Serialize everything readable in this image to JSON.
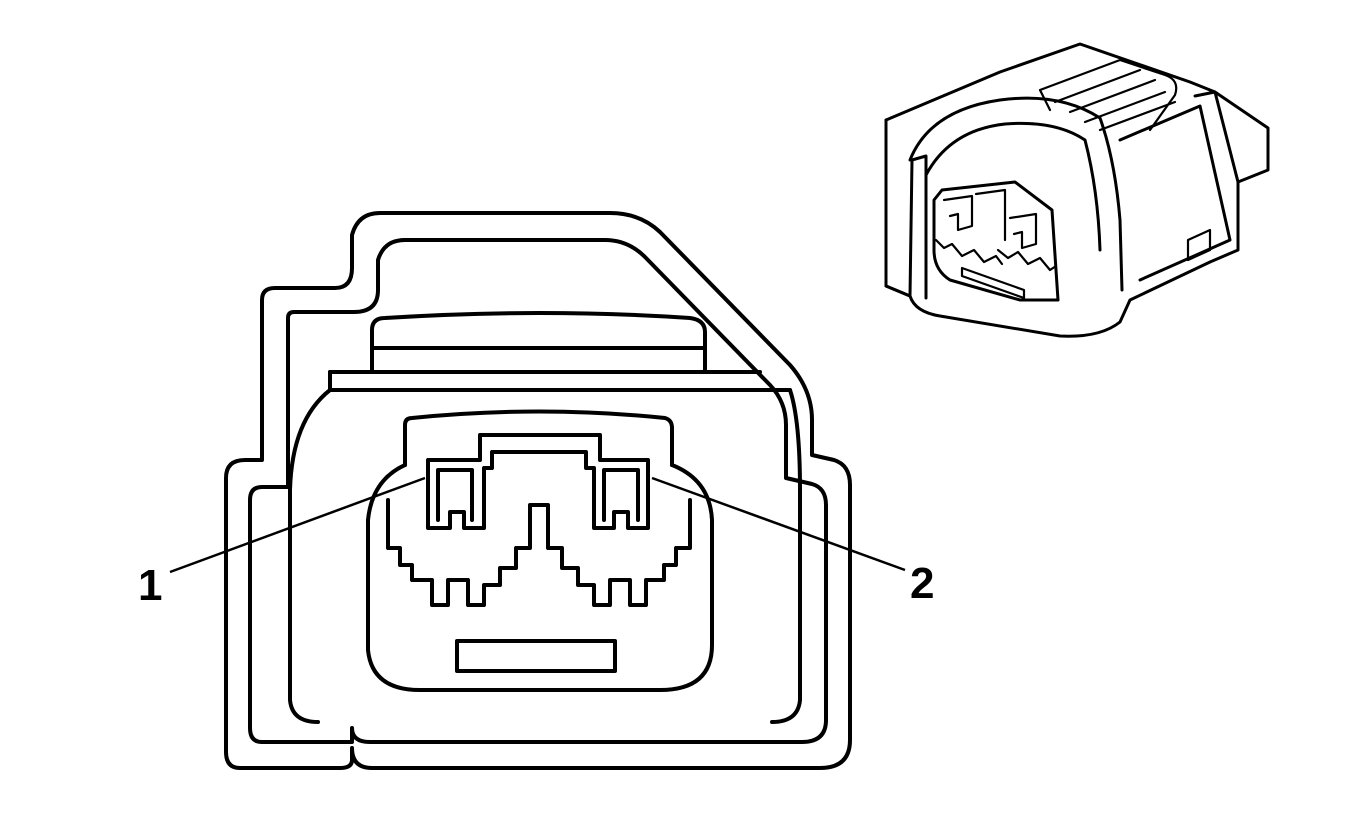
{
  "diagram": {
    "line_color": "#000000",
    "background_color": "#ffffff",
    "callouts": [
      {
        "id": "1",
        "label": "1"
      },
      {
        "id": "2",
        "label": "2"
      }
    ]
  }
}
